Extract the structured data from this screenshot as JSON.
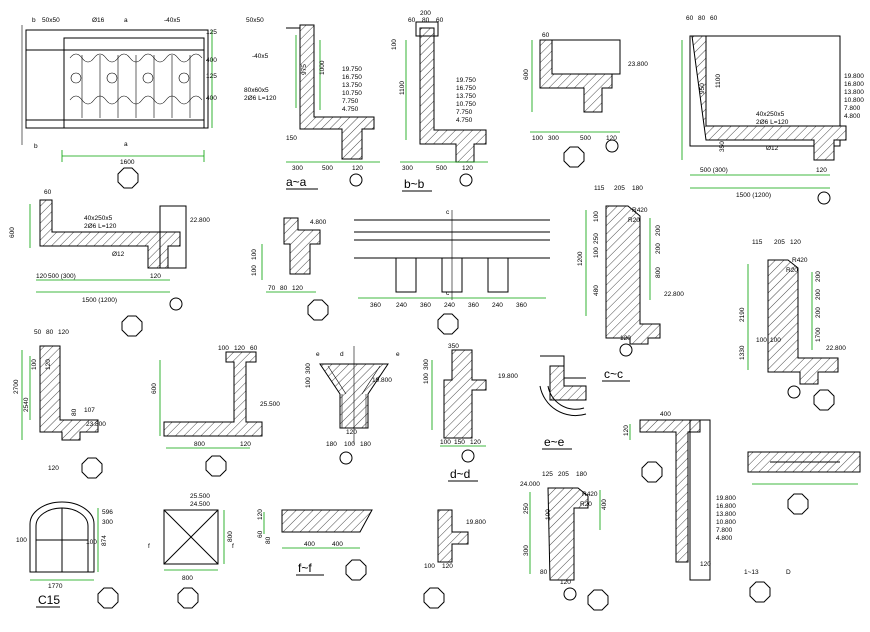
{
  "drawing": {
    "elevation_top_left": {
      "marks": [
        "b",
        "a",
        "-40x5",
        "50x50",
        "Ø16",
        "a",
        "b"
      ],
      "right_dims": [
        "125",
        "400",
        "125",
        "400"
      ],
      "bottom_dim": "1600"
    },
    "detail_aa": {
      "labels": [
        "50x50",
        "-40x5",
        "80x60x5",
        "2Ø6 L=120"
      ],
      "levels": [
        "19.750",
        "16.750",
        "13.750",
        "10.750",
        "7.750",
        "4.750"
      ],
      "dims": [
        "1000",
        "975",
        "150",
        "300",
        "500",
        "120"
      ],
      "title": "a~a"
    },
    "detail_bb": {
      "levels": [
        "19.750",
        "16.750",
        "13.750",
        "10.750",
        "7.750",
        "4.750"
      ],
      "dims": [
        "200",
        "60",
        "80",
        "60",
        "100",
        "1100",
        "300",
        "500",
        "120"
      ],
      "title": "b~b"
    },
    "detail_top3": {
      "dims": [
        "60",
        "600",
        "100",
        "300",
        "500",
        "120"
      ],
      "level": "23.800"
    },
    "detail_top4": {
      "dims": [
        "60",
        "80",
        "60",
        "1100",
        "950",
        "350",
        "500 (300)",
        "120",
        "1500 (1200)"
      ],
      "levels": [
        "19.800",
        "16.800",
        "13.800",
        "10.800",
        "7.800",
        "4.800"
      ],
      "labels": [
        "40x250x5",
        "2Ø6 L=120",
        "Ø12"
      ]
    },
    "detail_row2_a": {
      "labels": [
        "40x250x5",
        "2Ø6 L=120",
        "Ø12"
      ],
      "dims": [
        "60",
        "600",
        "120",
        "500 (300)",
        "120",
        "1500 (1200)"
      ],
      "level": "22.800"
    },
    "detail_row2_b": {
      "level": "4.800",
      "dims": [
        "100",
        "100",
        "70",
        "80",
        "120"
      ]
    },
    "elevation_c": {
      "marks": [
        "c",
        "c"
      ],
      "dims": [
        "360",
        "240",
        "360",
        "240",
        "360",
        "240",
        "360"
      ]
    },
    "detail_row2_d": {
      "dims": [
        "115",
        "205",
        "180",
        "100",
        "250",
        "100",
        "200",
        "200",
        "800",
        "480",
        "1200",
        "120"
      ],
      "labels": [
        "R420",
        "R20"
      ],
      "level": "22.800"
    },
    "detail_row2_e": {
      "dims": [
        "115",
        "205",
        "120",
        "200",
        "200",
        "200",
        "2190",
        "1700",
        "1330",
        "100",
        "100"
      ],
      "labels": [
        "R420",
        "R20"
      ],
      "level": "22.800"
    },
    "detail_row3_a": {
      "dims": [
        "50",
        "80",
        "120",
        "100",
        "120",
        "2700",
        "2540",
        "80",
        "120",
        "107"
      ],
      "level": "23.800"
    },
    "detail_row3_b": {
      "dims": [
        "100",
        "120",
        "60",
        "600",
        "800",
        "120"
      ],
      "level": "25.500"
    },
    "detail_e": {
      "marks": [
        "e",
        "d",
        "e"
      ],
      "dims": [
        "100",
        "300",
        "180",
        "100",
        "180",
        "120"
      ],
      "level": "19.800"
    },
    "detail_dd": {
      "dims": [
        "350",
        "100",
        "300",
        "100",
        "150",
        "120"
      ],
      "level": "19.800",
      "title": "d~d"
    },
    "detail_ee": {
      "title": "e~e",
      "cc_title": "c~c"
    },
    "detail_row3_f": {
      "dims": [
        "400",
        "120",
        "120"
      ],
      "levels": [
        "19.800",
        "16.800",
        "13.800",
        "10.800",
        "7.800",
        "4.800"
      ]
    },
    "window_c15": {
      "dims": [
        "596",
        "300",
        "874",
        "100",
        "1770",
        "100"
      ],
      "title": "C15"
    },
    "plan_square": {
      "levels": [
        "25.500",
        "24.500"
      ],
      "dims": [
        "800",
        "800"
      ],
      "marks": [
        "f",
        "f"
      ]
    },
    "detail_ff": {
      "dims": [
        "120",
        "60",
        "80",
        "400",
        "400"
      ],
      "title": "f~f"
    },
    "detail_row4_d": {
      "dims": [
        "100",
        "120"
      ],
      "level": "19.800"
    },
    "detail_row4_e": {
      "dims": [
        "125",
        "205",
        "180",
        "250",
        "100",
        "400",
        "300",
        "80",
        "120"
      ],
      "labels": [
        "R420",
        "R20"
      ],
      "level": "24.000"
    },
    "footer": {
      "scale_note": "1~13",
      "mark": "D"
    }
  }
}
